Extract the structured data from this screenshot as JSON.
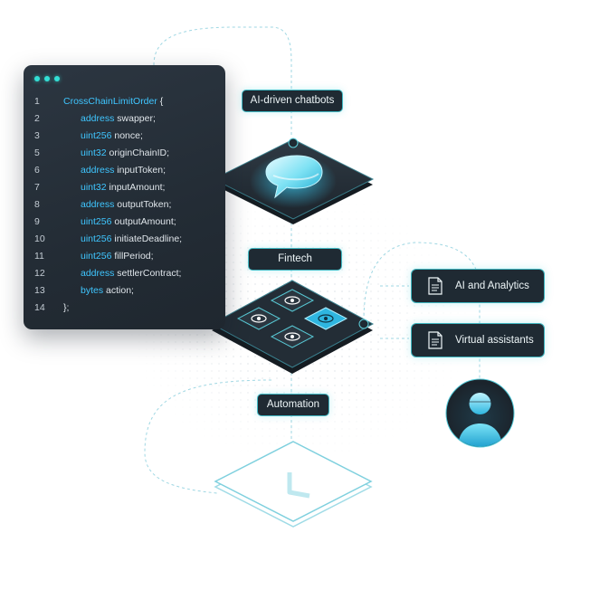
{
  "code_window": {
    "lines": [
      {
        "number": "1",
        "parts": [
          {
            "text": "CrossChainLimitOrder",
            "kind": "kw"
          },
          {
            "text": " {",
            "kind": "plain"
          }
        ],
        "indent": 0
      },
      {
        "number": "2",
        "parts": [
          {
            "text": "address",
            "kind": "kw"
          },
          {
            "text": " swapper;",
            "kind": "plain"
          }
        ],
        "indent": 1
      },
      {
        "number": "3",
        "parts": [
          {
            "text": "uint256",
            "kind": "kw"
          },
          {
            "text": " nonce;",
            "kind": "plain"
          }
        ],
        "indent": 1
      },
      {
        "number": "5",
        "parts": [
          {
            "text": "uint32",
            "kind": "kw"
          },
          {
            "text": " originChainID;",
            "kind": "plain"
          }
        ],
        "indent": 1
      },
      {
        "number": "6",
        "parts": [
          {
            "text": "address",
            "kind": "kw"
          },
          {
            "text": " inputToken;",
            "kind": "plain"
          }
        ],
        "indent": 1
      },
      {
        "number": "7",
        "parts": [
          {
            "text": "uint32",
            "kind": "kw"
          },
          {
            "text": " inputAmount;",
            "kind": "plain"
          }
        ],
        "indent": 1
      },
      {
        "number": "8",
        "parts": [
          {
            "text": "address",
            "kind": "kw"
          },
          {
            "text": " outputToken;",
            "kind": "plain"
          }
        ],
        "indent": 1
      },
      {
        "number": "9",
        "parts": [
          {
            "text": "uint256",
            "kind": "kw"
          },
          {
            "text": " outputAmount;",
            "kind": "plain"
          }
        ],
        "indent": 1
      },
      {
        "number": "10",
        "parts": [
          {
            "text": "uint256",
            "kind": "kw"
          },
          {
            "text": " initiateDeadline;",
            "kind": "plain"
          }
        ],
        "indent": 1
      },
      {
        "number": "11",
        "parts": [
          {
            "text": "uint256",
            "kind": "kw"
          },
          {
            "text": " fillPeriod;",
            "kind": "plain"
          }
        ],
        "indent": 1
      },
      {
        "number": "12",
        "parts": [
          {
            "text": "address",
            "kind": "kw"
          },
          {
            "text": " settlerContract;",
            "kind": "plain"
          }
        ],
        "indent": 1
      },
      {
        "number": "13",
        "parts": [
          {
            "text": "bytes",
            "kind": "kw"
          },
          {
            "text": " action;",
            "kind": "plain"
          }
        ],
        "indent": 1
      },
      {
        "number": "14",
        "parts": [
          {
            "text": "};",
            "kind": "plain"
          }
        ],
        "indent": 0
      }
    ]
  },
  "labels": {
    "chatbots": "AI-driven chatbots",
    "fintech": "Fintech",
    "automation": "Automation"
  },
  "cards": {
    "analytics": "AI and Analytics",
    "assistants": "Virtual assistants"
  },
  "icons": {
    "chat": "chat-bubble-icon",
    "eye": "eye-icon",
    "document": "document-icon",
    "user": "user-avatar-icon",
    "check": "checkmark-icon"
  },
  "colors": {
    "accent": "#33e0d6",
    "keyword": "#3fc6ff",
    "panel": "#1f2a33",
    "tile": "#27323c"
  }
}
